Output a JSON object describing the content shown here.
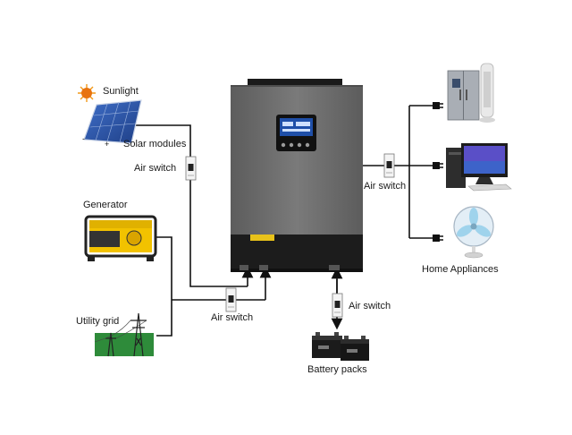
{
  "labels": {
    "sunlight": "Sunlight",
    "solar_modules": "Solar modules",
    "minus_sign": "-",
    "plus_sign": "+",
    "generator": "Generator",
    "utility_grid": "Utility grid",
    "air_switch": "Air switch",
    "battery_packs": "Battery packs",
    "home_appliances": "Home Appliances"
  },
  "icons": [
    "sun-icon",
    "solar-panel-icon",
    "generator-icon",
    "utility-grid-icon",
    "inverter-icon",
    "battery-icon",
    "refrigerator-icon",
    "tower-fan-icon",
    "computer-icon",
    "desk-fan-icon",
    "plug-icon",
    "air-switch-icon"
  ],
  "colors": {
    "wire": "#111111",
    "inverter_body": "#6f6f6f",
    "inverter_base": "#1c1c1c",
    "display_screen": "#1f4fa8",
    "generator_yellow": "#f2c200",
    "solar_blue": "#2b4f9e",
    "grass_green": "#2e8b3a"
  }
}
